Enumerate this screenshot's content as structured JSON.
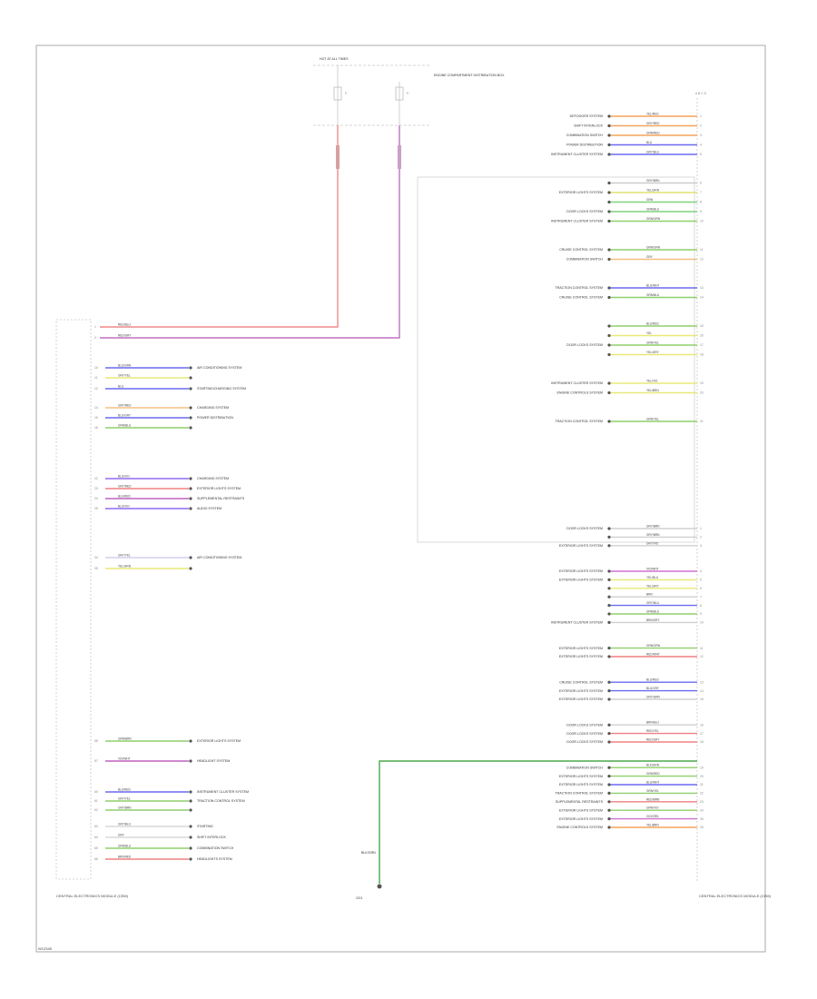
{
  "top_fuse": {
    "header": "HOT AT ALL TIMES",
    "fuse_left": "F-",
    "fuse_right": "F-",
    "box_caption": "ENGINE COMPARTMENT DISTRIBUTION BOX"
  },
  "modules": {
    "left_caption": "CENTRAL ELECTRONICS MODULE (CEM)",
    "right_caption": "CENTRAL ELECTRONICS MODULE (CEM)",
    "ground_caption": "G01",
    "ground_wire": "BLK/GRN",
    "right_header": "A  B  C  D"
  },
  "page_ref": "W12345",
  "right_upper": [
    {
      "label": "DEFOGGER SYSTEM",
      "color": "YEL/RED",
      "wire_color": "#f7a35c",
      "pin": "1"
    },
    {
      "label": "SHIFT INTERLOCK",
      "color": "GRY/RED",
      "wire_color": "#f7a35c",
      "pin": "2"
    },
    {
      "label": "COMBINATION SWITCH",
      "color": "GRN/RED",
      "wire_color": "#f7a35c",
      "pin": "3"
    },
    {
      "label": "POWER DISTRIBUTION",
      "color": "BLU",
      "wire_color": "#6a6af0",
      "pin": "4"
    },
    {
      "label": "INSTRUMENT CLUSTER SYSTEM",
      "color": "GRY/BLU",
      "wire_color": "#6a6af0",
      "pin": "5"
    },
    {
      "label": "",
      "color": "GRY/BRN",
      "wire_color": "#cccccc",
      "pin": "6"
    },
    {
      "label": "EXTERIOR LIGHTS SYSTEM",
      "color": "YEL/GRN",
      "wire_color": "#e0e070",
      "pin": "7"
    },
    {
      "label": "",
      "color": "GRN",
      "wire_color": "#7ed37e",
      "pin": "8"
    },
    {
      "label": "DOOR LOCKS SYSTEM",
      "color": "GRN/BLU",
      "wire_color": "#7ed37e",
      "pin": "9"
    },
    {
      "label": "INSTRUMENT CLUSTER SYSTEM",
      "color": "GRN/GRN",
      "wire_color": "#8fcf6a",
      "pin": "10"
    },
    {
      "label": "CRUISE CONTROL SYSTEM",
      "color": "GRN/GRN",
      "wire_color": "#8fcf6a",
      "pin": "11"
    },
    {
      "label": "COMBINATION SWITCH",
      "color": "GRY",
      "wire_color": "#f2c080",
      "pin": "12"
    },
    {
      "label": "TRACTION CONTROL SYSTEM",
      "color": "BLU/WHT",
      "wire_color": "#6a6af0",
      "pin": "13"
    },
    {
      "label": "CRUISE CONTROL SYSTEM",
      "color": "GRN/BLU",
      "wire_color": "#8fcf6a",
      "pin": "14"
    },
    {
      "label": "",
      "color": "BLU/RED",
      "wire_color": "#8fcf6a",
      "pin": "15"
    },
    {
      "label": "",
      "color": "YEL",
      "wire_color": "#e8e878",
      "pin": "16"
    },
    {
      "label": "DOOR LOCKS SYSTEM",
      "color": "GRN/YEL",
      "wire_color": "#8fcf6a",
      "pin": "17"
    },
    {
      "label": "",
      "color": "YEL/GRY",
      "wire_color": "#e8e878",
      "pin": "18"
    },
    {
      "label": "INSTRUMENT CLUSTER SYSTEM",
      "color": "YEL/VIO",
      "wire_color": "#e8e878",
      "pin": "19"
    },
    {
      "label": "ENGINE CONTROLS SYSTEM",
      "color": "YEL/BRN",
      "wire_color": "#e8e878",
      "pin": "20"
    },
    {
      "label": "TRACTION CONTROL SYSTEM",
      "color": "GRN/YEL",
      "wire_color": "#8fcf6a",
      "pin": "21"
    }
  ],
  "right_lower": [
    {
      "label": "DOOR LOCKS SYSTEM",
      "color": "GRY/BRN",
      "wire_color": "#d0d0d0",
      "pin": "1"
    },
    {
      "label": "",
      "color": "GRY/BRN",
      "wire_color": "#d0d0d0",
      "pin": "2"
    },
    {
      "label": "EXTERIOR LIGHTS SYSTEM",
      "color": "GRY/VIO",
      "wire_color": "#d0d0d0",
      "pin": "3"
    },
    {
      "label": "EXTERIOR LIGHTS SYSTEM",
      "color": "VIO/WHT",
      "wire_color": "#d070d0",
      "pin": "4"
    },
    {
      "label": "EXTERIOR LIGHTS SYSTEM",
      "color": "YEL/BLU",
      "wire_color": "#e8e878",
      "pin": "5"
    },
    {
      "label": "",
      "color": "YEL/GRY",
      "wire_color": "#e8e878",
      "pin": "6"
    },
    {
      "label": "",
      "color": "BRN",
      "wire_color": "#d0d0d0",
      "pin": "7"
    },
    {
      "label": "",
      "color": "GRY/BLU",
      "wire_color": "#6a6af0",
      "pin": "8"
    },
    {
      "label": "",
      "color": "GRN/BLU",
      "wire_color": "#8fcf6a",
      "pin": "9"
    },
    {
      "label": "INSTRUMENT CLUSTER SYSTEM",
      "color": "BRN/GRY",
      "wire_color": "#d0d0d0",
      "pin": "10"
    },
    {
      "label": "EXTERIOR LIGHTS SYSTEM",
      "color": "GRN/GRN",
      "wire_color": "#8fcf6a",
      "pin": "11"
    },
    {
      "label": "EXTERIOR LIGHTS SYSTEM",
      "color": "RED/WHT",
      "wire_color": "#f08080",
      "pin": "12"
    },
    {
      "label": "CRUISE CONTROL SYSTEM",
      "color": "BLU/RED",
      "wire_color": "#6a6af0",
      "pin": "13"
    },
    {
      "label": "EXTERIOR LIGHTS SYSTEM",
      "color": "BLU/GRY",
      "wire_color": "#6a6af0",
      "pin": "14"
    },
    {
      "label": "EXTERIOR LIGHTS SYSTEM",
      "color": "GRY/GRN",
      "wire_color": "#d0d0d0",
      "pin": "15"
    },
    {
      "label": "DOOR LOCKS SYSTEM",
      "color": "BRN/BLU",
      "wire_color": "#d0d0d0",
      "pin": "16"
    },
    {
      "label": "DOOR LOCKS SYSTEM",
      "color": "RED/YEL",
      "wire_color": "#f08080",
      "pin": "17"
    },
    {
      "label": "DOOR LOCKS SYSTEM",
      "color": "RED/GRY",
      "wire_color": "#f08080",
      "pin": "18"
    },
    {
      "label": "COMBINATION SWITCH",
      "color": "BLK/GRN",
      "wire_color": "#8fcf6a",
      "pin": "19"
    },
    {
      "label": "EXTERIOR LIGHTS SYSTEM",
      "color": "GRN/RED",
      "wire_color": "#8fcf6a",
      "pin": "20"
    },
    {
      "label": "EXTERIOR LIGHTS SYSTEM",
      "color": "BLU/WHT",
      "wire_color": "#6a6af0",
      "pin": "21"
    },
    {
      "label": "TRACTION CONTROL SYSTEM",
      "color": "GRN/YEL",
      "wire_color": "#8fcf6a",
      "pin": "22"
    },
    {
      "label": "SUPPLEMENTAL RESTRAINTS",
      "color": "RED/BRN",
      "wire_color": "#f08080",
      "pin": "23"
    },
    {
      "label": "EXTERIOR LIGHTS SYSTEM",
      "color": "GRN/VIO",
      "wire_color": "#8fcf6a",
      "pin": "24"
    },
    {
      "label": "EXTERIOR LIGHTS SYSTEM",
      "color": "VIO/GRN",
      "wire_color": "#d070d0",
      "pin": "25"
    },
    {
      "label": "ENGINE CONTROLS SYSTEM",
      "color": "YEL/BRN",
      "wire_color": "#f7a35c",
      "pin": "26"
    }
  ],
  "left_wires": [
    {
      "label": "",
      "color": "RED/BLU",
      "wire_color": "#f07070",
      "pin": "1"
    },
    {
      "label": "",
      "color": "RED/GRY",
      "wire_color": "#f07070",
      "pin": "2"
    },
    {
      "label": "AIR CONDITIONING SYSTEM",
      "color": "BLU/GRN",
      "wire_color": "#6a6af0",
      "pin": "10"
    },
    {
      "label": "",
      "color": "GRY/YEL",
      "wire_color": "#e8e878",
      "pin": "11"
    },
    {
      "label": "STARTING/CHARGING SYSTEM",
      "color": "BLU",
      "wire_color": "#6a6af0",
      "pin": "12"
    },
    {
      "label": "CHARGING SYSTEM",
      "color": "GRY/RED",
      "wire_color": "#f7c080",
      "pin": "14"
    },
    {
      "label": "POWER DISTRIBUTION",
      "color": "BLU/GRY",
      "wire_color": "#6a6af0",
      "pin": "15"
    },
    {
      "label": "",
      "color": "GRN/BLU",
      "wire_color": "#8fcf6a",
      "pin": "16"
    },
    {
      "label": "CHARGING SYSTEM",
      "color": "BLU/VIO",
      "wire_color": "#8f6af0",
      "pin": "22"
    },
    {
      "label": "EXTERIOR LIGHTS SYSTEM",
      "color": "GRY/RED",
      "wire_color": "#f08080",
      "pin": "23"
    },
    {
      "label": "SUPPLEMENTAL RESTRAINTS",
      "color": "BLU/RED",
      "wire_color": "#c060c0",
      "pin": "24"
    },
    {
      "label": "AUDIO SYSTEM",
      "color": "BLU/VIO",
      "wire_color": "#8f6af0",
      "pin": "25"
    },
    {
      "label": "AIR CONDITIONING SYSTEM",
      "color": "GRY/YEL",
      "wire_color": "#d0d0f0",
      "pin": "34"
    },
    {
      "label": "",
      "color": "YEL/GRN",
      "wire_color": "#e8e878",
      "pin": "35"
    },
    {
      "label": "EXTERIOR LIGHTS SYSTEM",
      "color": "GRN/BRN",
      "wire_color": "#8fcf6a",
      "pin": "55"
    },
    {
      "label": "HEADLIGHT SYSTEM",
      "color": "VIO/WHT",
      "wire_color": "#c060c0",
      "pin": "57"
    },
    {
      "label": "INSTRUMENT CLUSTER SYSTEM",
      "color": "BLU/RED",
      "wire_color": "#6a6af0",
      "pin": "60"
    },
    {
      "label": "TRACTION CONTROL SYSTEM",
      "color": "GRY/YEL",
      "wire_color": "#8fcf6a",
      "pin": "61"
    },
    {
      "label": "",
      "color": "GRY/BRN",
      "wire_color": "#8fcf6a",
      "pin": "62"
    },
    {
      "label": "STARTING",
      "color": "GRY/BLU",
      "wire_color": "#d8d8d8",
      "pin": "63"
    },
    {
      "label": "SHIFT INTERLOCK",
      "color": "GRY",
      "wire_color": "#d8d8d8",
      "pin": "64"
    },
    {
      "label": "COMBINATION SWITCH",
      "color": "GRN/BLU",
      "wire_color": "#8fcf6a",
      "pin": "65"
    },
    {
      "label": "HEADLIGHTS SYSTEM",
      "color": "BRN/RED",
      "wire_color": "#f08080",
      "pin": "66"
    }
  ]
}
